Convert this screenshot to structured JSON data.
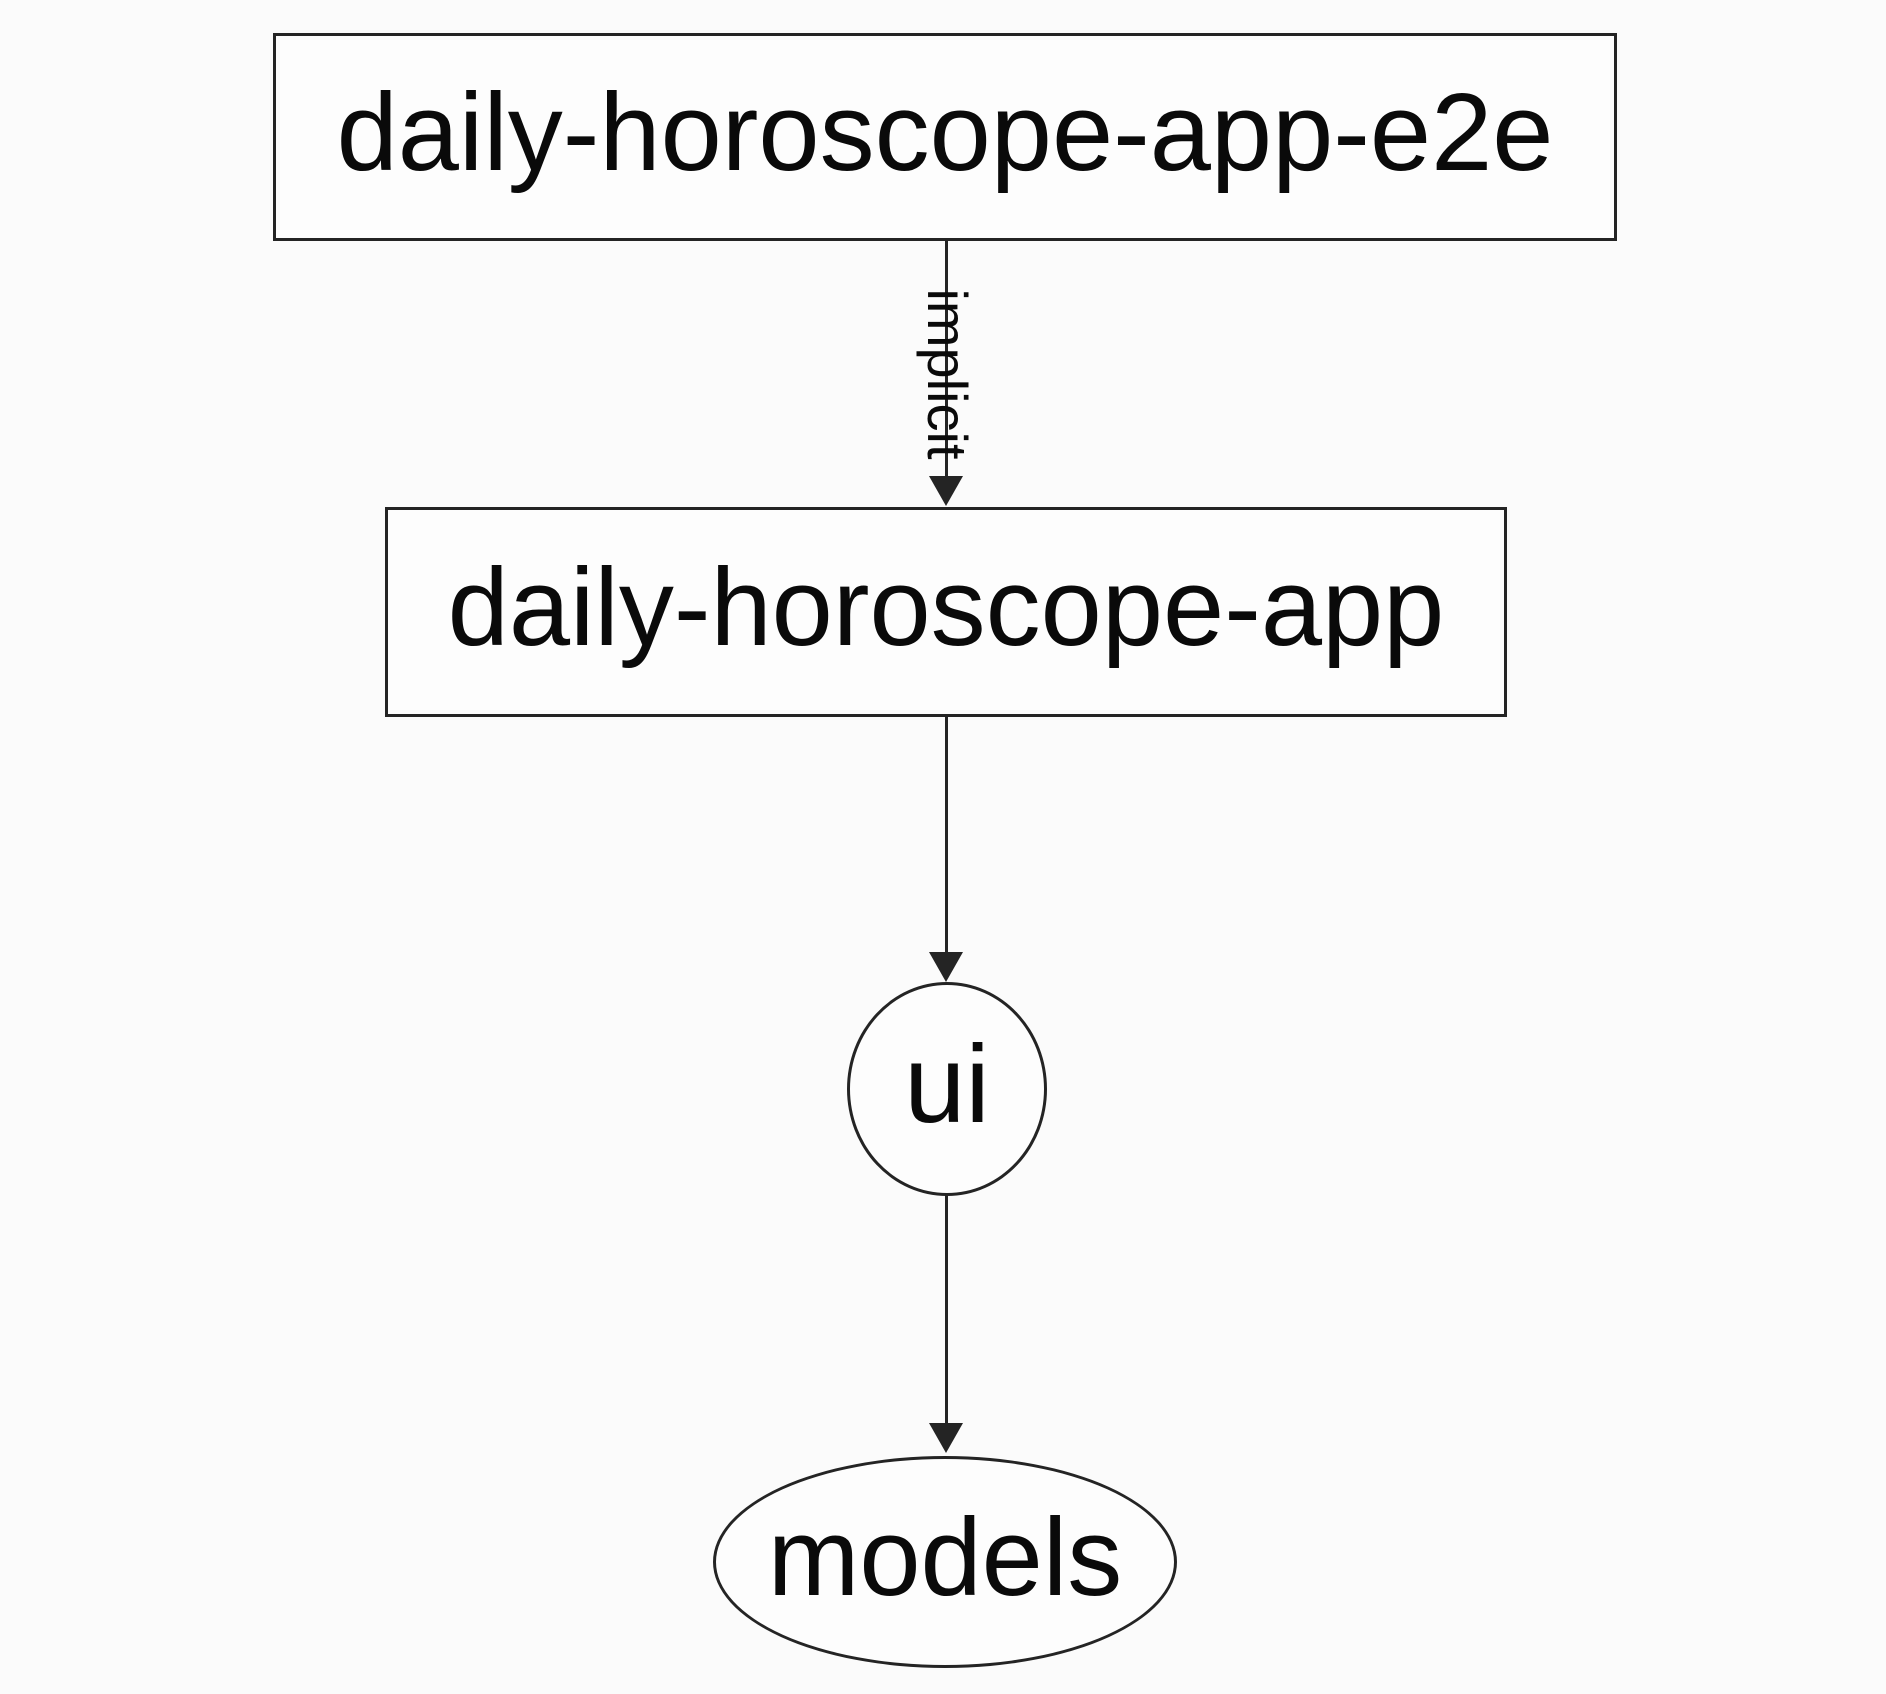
{
  "diagram": {
    "type": "dependency-graph",
    "background_color": "#fbfbfb",
    "node_fill_color": "#fdfdfd",
    "stroke_color": "#242424",
    "text_color": "#0a0a0a",
    "nodes": [
      {
        "id": "daily-horoscope-app-e2e",
        "label": "daily-horoscope-app-e2e",
        "shape": "rectangle"
      },
      {
        "id": "daily-horoscope-app",
        "label": "daily-horoscope-app",
        "shape": "rectangle"
      },
      {
        "id": "ui",
        "label": "ui",
        "shape": "ellipse"
      },
      {
        "id": "models",
        "label": "models",
        "shape": "ellipse"
      }
    ],
    "edges": [
      {
        "from": "daily-horoscope-app-e2e",
        "to": "daily-horoscope-app",
        "label": "implicit"
      },
      {
        "from": "daily-horoscope-app",
        "to": "ui",
        "label": ""
      },
      {
        "from": "ui",
        "to": "models",
        "label": ""
      }
    ]
  }
}
